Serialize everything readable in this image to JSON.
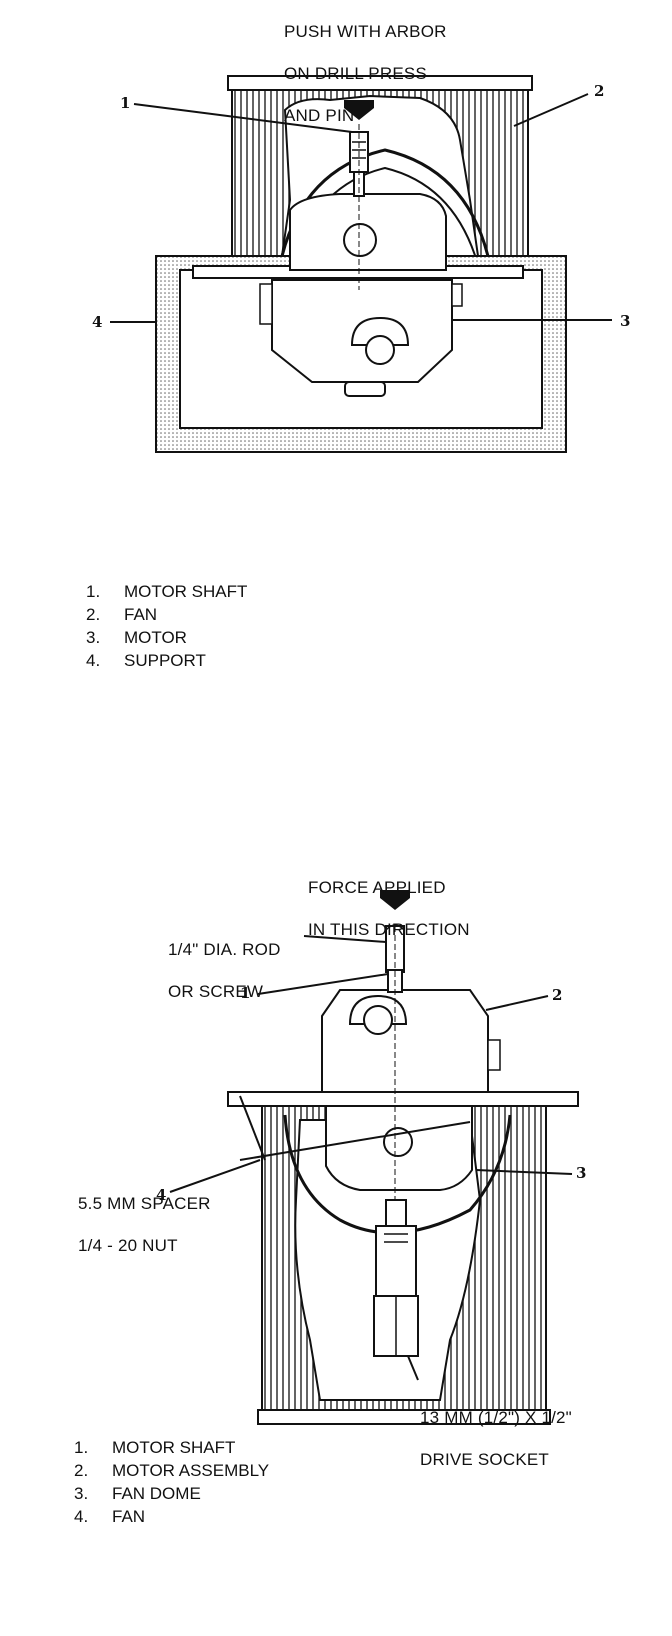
{
  "diagram1": {
    "instruction": [
      "PUSH WITH ARBOR",
      "ON DRILL PRESS",
      "AND PIN"
    ],
    "callouts": [
      "1",
      "2",
      "3",
      "4"
    ],
    "legend": [
      {
        "num": "1.",
        "text": "MOTOR SHAFT"
      },
      {
        "num": "2.",
        "text": "FAN"
      },
      {
        "num": "3.",
        "text": "MOTOR"
      },
      {
        "num": "4.",
        "text": "SUPPORT"
      }
    ]
  },
  "diagram2": {
    "instruction": [
      "FORCE APPLIED",
      "IN THIS DIRECTION"
    ],
    "rod_label": [
      "1/4\" DIA. ROD",
      "OR SCREW"
    ],
    "spacer_label": [
      "5.5 MM SPACER",
      "1/4 - 20 NUT"
    ],
    "socket_label": [
      "13 MM (1/2\") X 1/2\"",
      "DRIVE SOCKET"
    ],
    "callouts": [
      "1",
      "2",
      "3",
      "4"
    ],
    "legend": [
      {
        "num": "1.",
        "text": "MOTOR SHAFT"
      },
      {
        "num": "2.",
        "text": "MOTOR ASSEMBLY"
      },
      {
        "num": "3.",
        "text": "FAN DOME"
      },
      {
        "num": "4.",
        "text": "FAN"
      }
    ]
  }
}
